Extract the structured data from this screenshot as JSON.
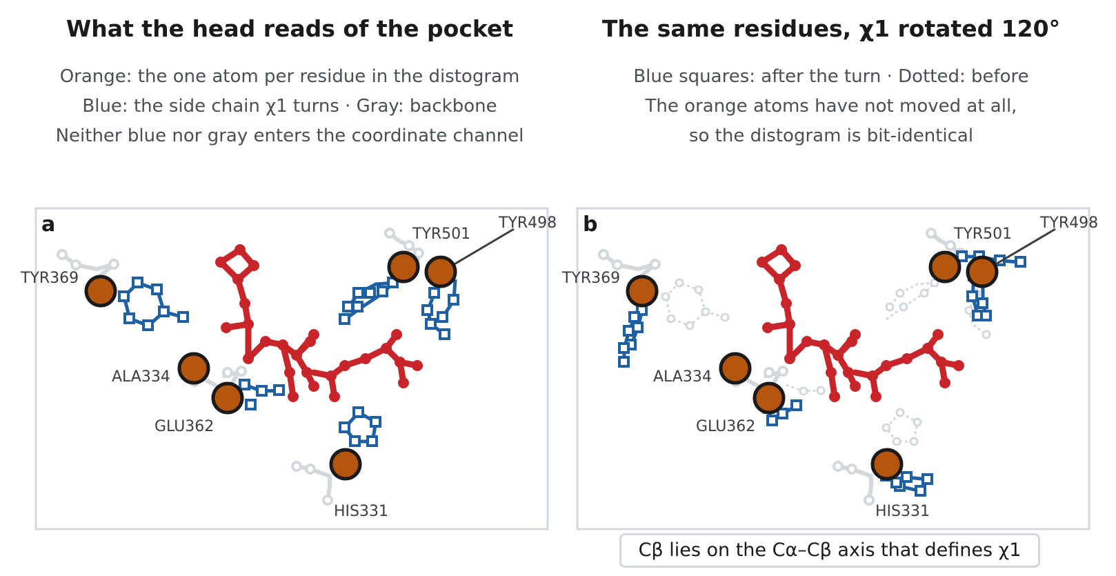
{
  "panels": [
    {
      "letter": "a",
      "title": "What the head reads of the pocket",
      "subtitle": [
        "Orange: the one atom per residue in the distogram",
        "Blue: the side chain χ1 turns   ·   Gray: backbone",
        "Neither blue nor gray enters the coordinate channel"
      ],
      "residue_labels": [
        "TYR369",
        "ALA334",
        "GLU362",
        "HIS331",
        "TYR501",
        "TYR498"
      ]
    },
    {
      "letter": "b",
      "title": "The same residues, χ1 rotated 120°",
      "subtitle": [
        "Blue squares: after the turn   ·   Dotted: before",
        "The orange atoms have not moved at all,",
        "so the distogram is bit-identical"
      ],
      "residue_labels": [
        "TYR369",
        "ALA334",
        "GLU362",
        "HIS331",
        "TYR501",
        "TYR498"
      ],
      "caption": "Cβ lies on the Cα–Cβ axis that defines χ1"
    }
  ],
  "colors": {
    "cb_atom": "#b5560f",
    "side_chain": "#1f5fa3",
    "backbone": "#d3d8dd",
    "ligand": "#c8252b",
    "frame": "#d2d8de"
  }
}
